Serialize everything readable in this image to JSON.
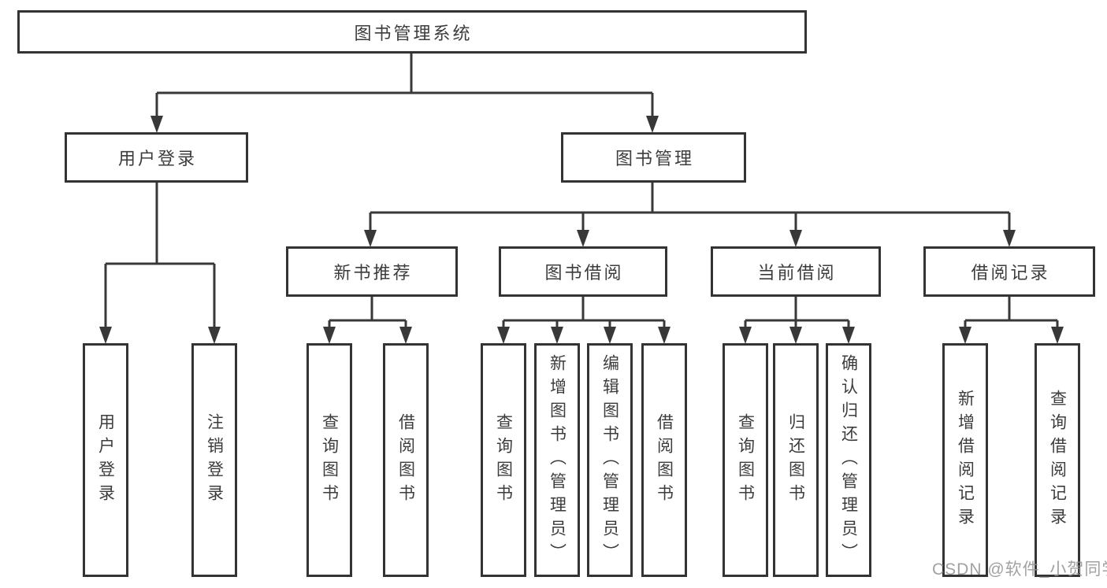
{
  "tree": {
    "label": "图书管理系统",
    "children": [
      {
        "label": "用户登录",
        "children": [
          {
            "label": "用户登录"
          },
          {
            "label": "注销登录"
          }
        ]
      },
      {
        "label": "图书管理",
        "children": [
          {
            "label": "新书推荐",
            "children": [
              {
                "label": "查询图书"
              },
              {
                "label": "借阅图书"
              }
            ]
          },
          {
            "label": "图书借阅",
            "children": [
              {
                "label": "查询图书"
              },
              {
                "label": "新增图书（管理员）"
              },
              {
                "label": "编辑图书（管理员）"
              },
              {
                "label": "借阅图书"
              }
            ]
          },
          {
            "label": "当前借阅",
            "children": [
              {
                "label": "查询图书"
              },
              {
                "label": "归还图书"
              },
              {
                "label": "确认归还（管理员）"
              }
            ]
          },
          {
            "label": "借阅记录",
            "children": [
              {
                "label": "新增借阅记录"
              },
              {
                "label": "查询借阅记录"
              }
            ]
          }
        ]
      }
    ]
  },
  "watermark": "CSDN @软件_小贺同学",
  "colors": {
    "line": "#383838",
    "border": "#333333",
    "text": "#3c3c3c",
    "watermark": "#919191"
  }
}
